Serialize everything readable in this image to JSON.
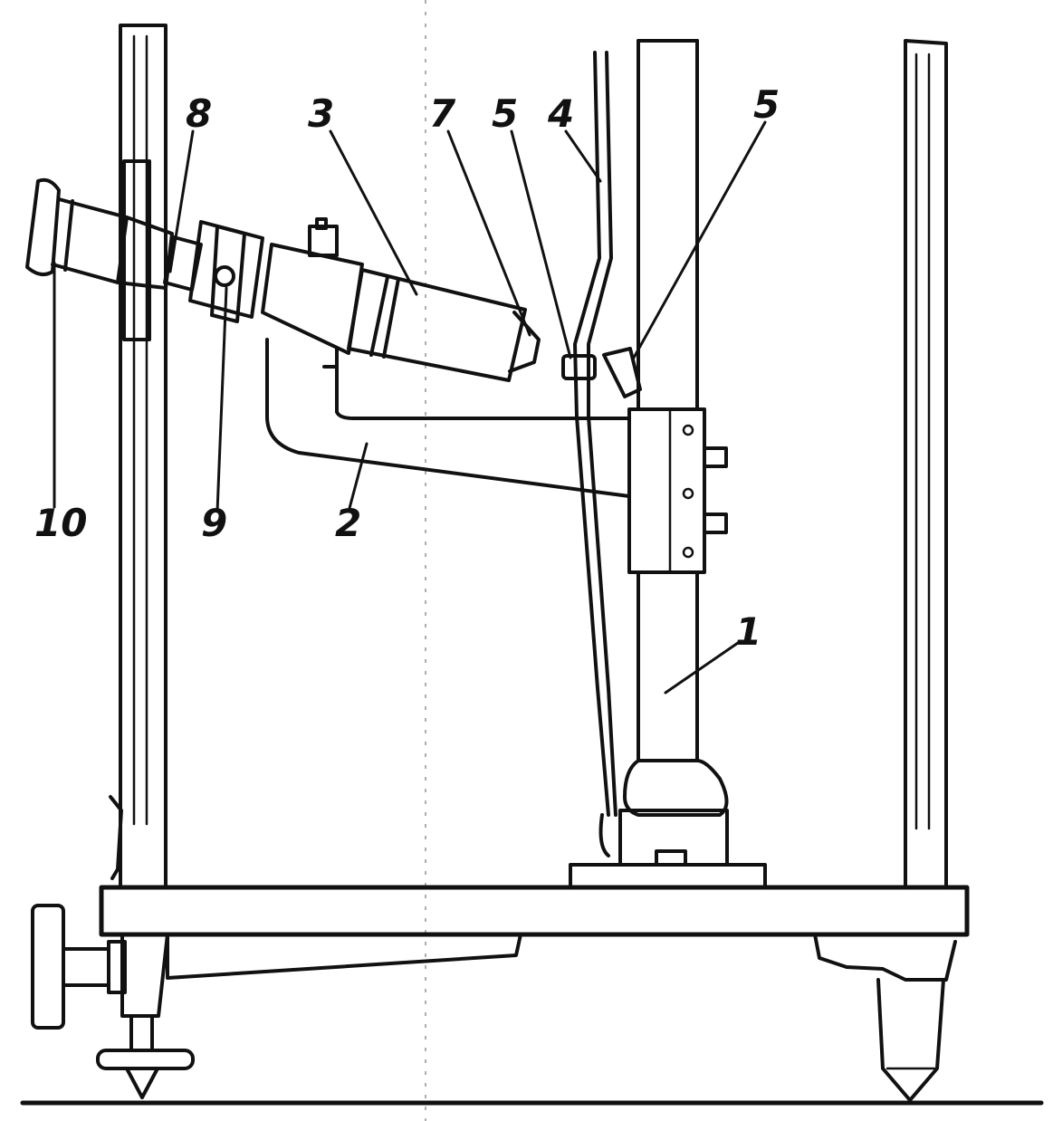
{
  "diagram": {
    "callouts": [
      {
        "id": "1",
        "text": "1"
      },
      {
        "id": "2",
        "text": "2"
      },
      {
        "id": "3",
        "text": "3"
      },
      {
        "id": "4",
        "text": "4"
      },
      {
        "id": "5a",
        "text": "5"
      },
      {
        "id": "5b",
        "text": "5"
      },
      {
        "id": "7",
        "text": "7"
      },
      {
        "id": "8",
        "text": "8"
      },
      {
        "id": "9",
        "text": "9"
      },
      {
        "id": "10",
        "text": "10"
      }
    ]
  }
}
